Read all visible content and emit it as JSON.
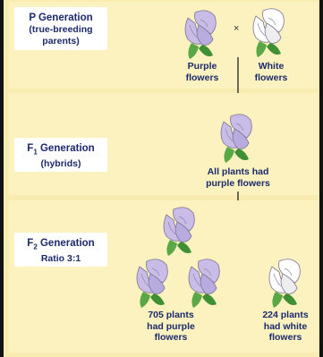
{
  "p_generation": {
    "title": "P Generation",
    "subtitle_line1": "(true-breeding",
    "subtitle_line2": "parents)",
    "cross_symbol": "×",
    "purple_caption_line1": "Purple",
    "purple_caption_line2": "flowers",
    "white_caption_line1": "White",
    "white_caption_line2": "flowers"
  },
  "f1_generation": {
    "title_letter": "F",
    "title_sub": "1",
    "title_rest": " Generation",
    "subtitle": "(hybrids)",
    "caption_line1": "All plants had",
    "caption_line2": "purple flowers"
  },
  "f2_generation": {
    "title_letter": "F",
    "title_sub": "2",
    "title_rest": " Generation",
    "ratio": "Ratio 3:1",
    "purple_caption_line1": "705 plants",
    "purple_caption_line2": "had purple",
    "purple_caption_line3": "flowers",
    "white_caption_line1": "224 plants",
    "white_caption_line2": "had white",
    "white_caption_line3": "flowers"
  },
  "colors": {
    "background": "#f9ecb1",
    "panel": "#fbf2c0",
    "label_text": "#1b2a6b",
    "purple_flower": "#c9bde8",
    "white_flower": "#ffffff",
    "leaf": "#5aa845"
  }
}
